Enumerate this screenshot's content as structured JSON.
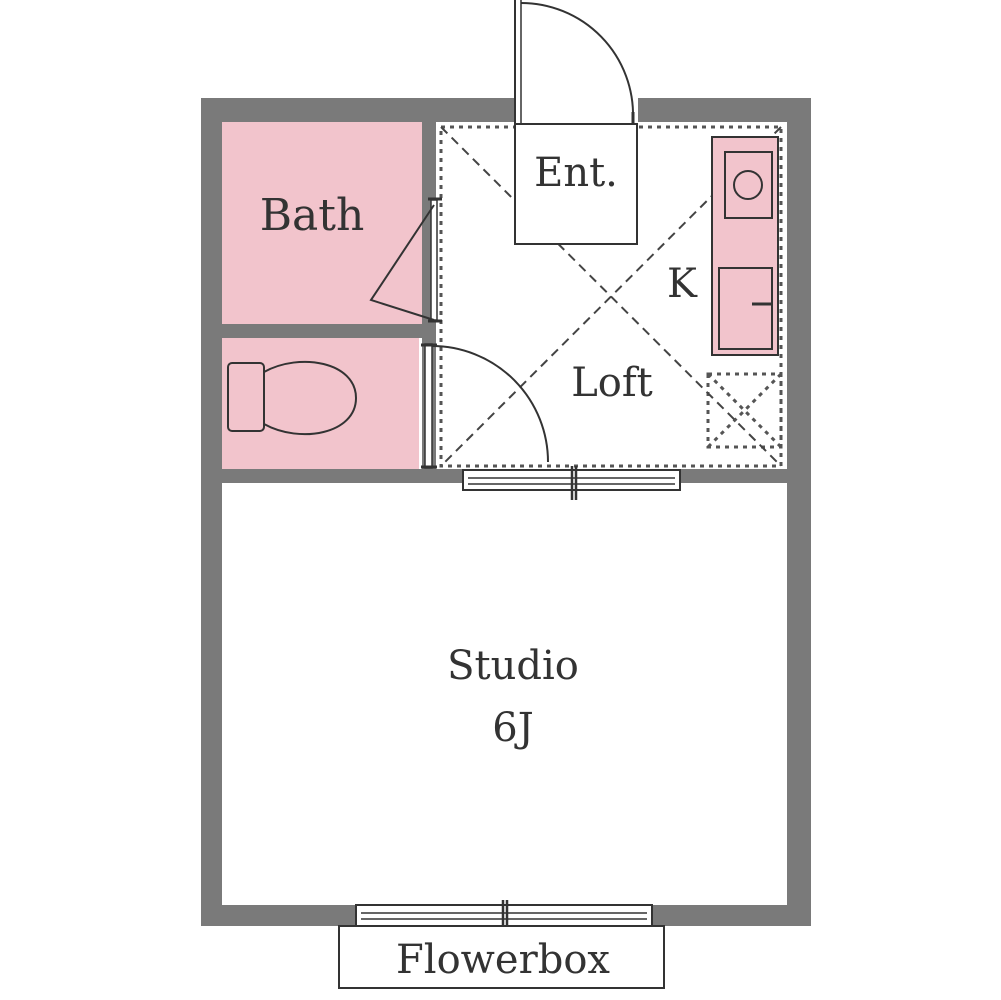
{
  "labels": {
    "bath": "Bath",
    "entrance": "Ent.",
    "kitchen": "K",
    "loft": "Loft",
    "studio": "Studio",
    "studio_size": "6J",
    "flowerbox": "Flowerbox"
  },
  "colors": {
    "wall": "#7a7a7a",
    "wet_area": "#f2c4cc",
    "line": "#333333",
    "background": "#ffffff"
  }
}
